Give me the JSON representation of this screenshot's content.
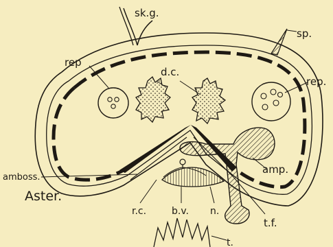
{
  "figure": {
    "caption": "Aster.",
    "labels": {
      "skeletal_groove": "sk.g.",
      "spine": "sp.",
      "rep_left": "rep",
      "rep_right": "rep.",
      "dorsal_cavity": "d.c.",
      "ambulacral_ossicle": "amboss.",
      "ampulla": "amp.",
      "radial_canal": "r.c.",
      "blood_vessel": "b.v.",
      "nerve": "n.",
      "tube_foot": "t.f.",
      "bottom_partial": "t."
    }
  },
  "colors": {
    "background": "#f6edc0",
    "ink": "#1e1a14"
  }
}
